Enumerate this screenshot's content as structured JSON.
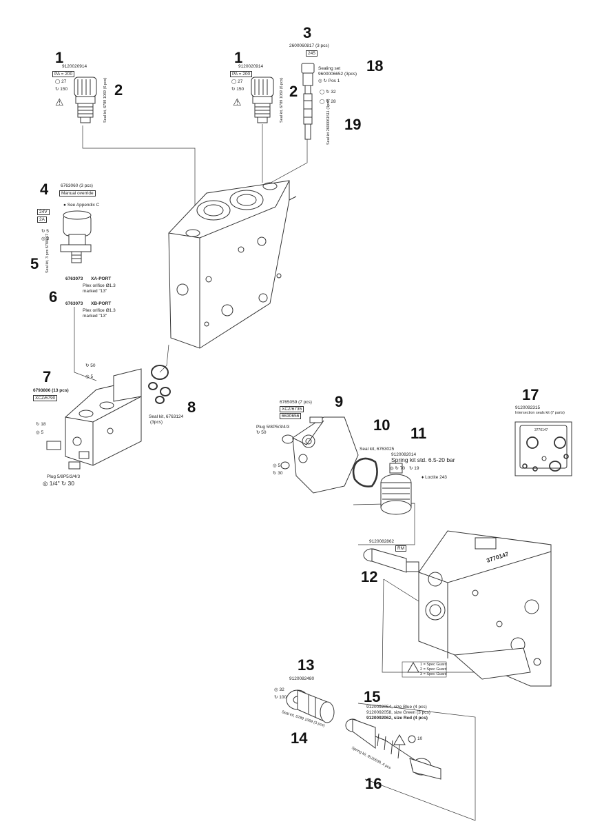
{
  "callouts": {
    "c1a": "1",
    "c2a": "2",
    "c1b": "1",
    "c2b": "2",
    "c3": "3",
    "c18": "18",
    "c19": "19",
    "c4": "4",
    "c5": "5",
    "c6": "6",
    "c7": "7",
    "c8": "8",
    "c9": "9",
    "c10": "10",
    "c11": "11",
    "c12": "12",
    "c13": "13",
    "c14": "14",
    "c15": "15",
    "c16": "16",
    "c17": "17"
  },
  "labels": {
    "p1a_number": "9120020914",
    "p1a_box": "PA = 200",
    "p1a_t1": "27",
    "p1a_t2": "150",
    "p1a_seal": "Seal kit, 6789 1069 (6 pcs)",
    "p1b_number": "9120020914",
    "p1b_box": "PA = 200",
    "p1b_t1": "27",
    "p1b_t2": "150",
    "p1b_seal": "Seal kit, 6789 1069 (6 pcs)",
    "p3_number": "2600060817 (3 pcs)",
    "p3_box": "245",
    "p18_text1": "Sealing set",
    "p18_text2": "9600006652 (3pcs)",
    "p18_t1": "Pos 1",
    "p19_t1": "32",
    "p19_t2": "28",
    "p19_seal": "Seal kit 2600061511 (3pcs)",
    "p4_number": "6763060 (3 pcs)",
    "p4_box": "Manual override",
    "p4_note": "See Appendix C",
    "p4_b1": "24V",
    "p4_b2": "2A",
    "p4_t1": "5",
    "p4_t2": "3",
    "p5_seal": "Seal kit, 3 pcs 6780067",
    "p6_num1": "6763073",
    "p6_port1": "XA-PORT",
    "p6_sub1a": "Plex orifice Ø1.3",
    "p6_sub1b": "marked \"13\"",
    "p6_num2": "6763073",
    "p6_port2": "XB-PORT",
    "p6_sub2a": "Plex orifice Ø1.3",
    "p6_sub2b": "marked \"13\"",
    "p7_number": "6793806 (13 pcs)",
    "p7_box": "XCZ/6790",
    "p7_t1": "50",
    "p7_t2": "5",
    "p7_t3": "18",
    "p7_t4": "5",
    "p7_plug": "Plug 5/8P5/3/4/3",
    "p7_t5": "1/4\"",
    "p7_t6": "30",
    "p8_seal1": "Seal kit, 6763124",
    "p8_seal2": "(3pcs)",
    "p9_number": "6765059 (7 pcs)",
    "p9_box1": "XCZ/6735",
    "p9_box2": "6630656",
    "p9_plug": "Plug 5/8P5/3/4/3",
    "p9_t1": "50",
    "p9_t2": "5",
    "p9_t3": "30",
    "p10_seal": "Seal kit, 6763025",
    "p11_number": "9120082014",
    "p11_text": "Spring kit std. 6.5-20 bar",
    "p11_t1": "70",
    "p11_t2": "19",
    "p11_loctite": "Loctite 243",
    "p12_number": "9120082862",
    "p12_box": "RM",
    "body_serial": "3770147",
    "warn1": "1 = Spec Guard",
    "warn2": "2 = Spec Guard",
    "warn3": "3 = Spec Guard",
    "p13_number": "9120082480",
    "p13_t1": "32",
    "p13_t2": "100",
    "p14_seal": "Seal kit, 6789 1069 (3 pcs)",
    "p15_line1": "9120092054, size Blue (4 pcs)",
    "p15_line2": "9120092058, size Green (3 pcs)",
    "p15_line3": "9120092062, size Red (4 pcs)",
    "p15_t1": "10",
    "p16_spring": "Spring kit, 9120030..4 pcs",
    "p17_number": "9120092315",
    "p17_text": "Intersection seals kit (7 parts)",
    "p17_serial": "3770147"
  }
}
